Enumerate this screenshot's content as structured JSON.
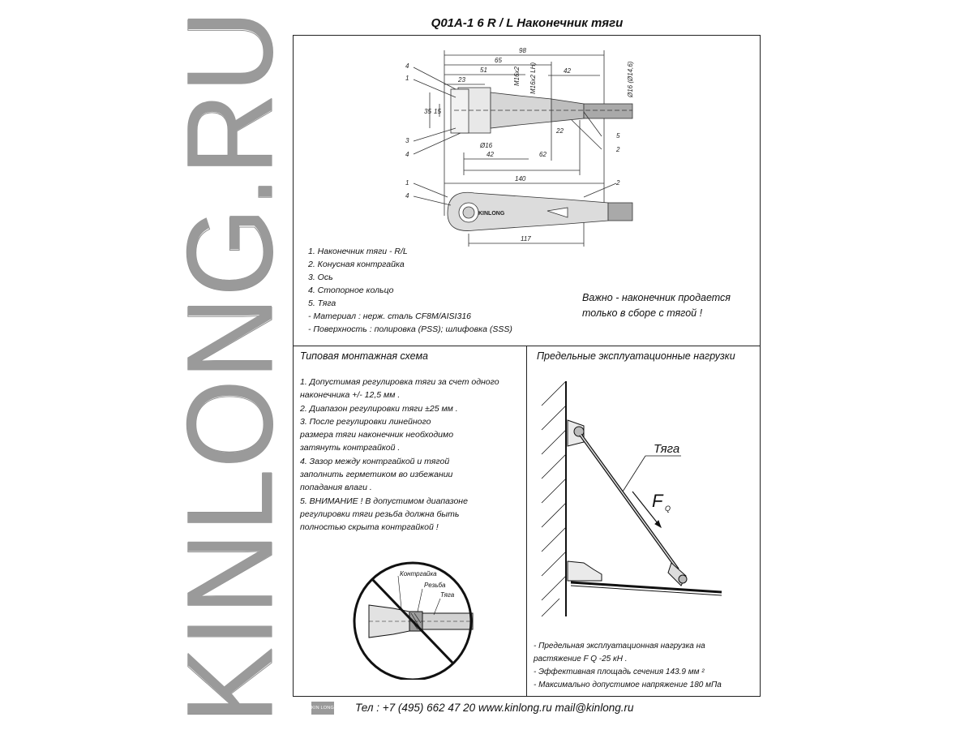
{
  "brand": {
    "watermark": "KINLONG.RU",
    "logo_text": "KIN LONG",
    "drawing_logo": "KINLONG"
  },
  "document": {
    "title": "Q01A-1 6 R / L   Наконечник тяги"
  },
  "drawing": {
    "dims": {
      "d98": "98",
      "d65": "65",
      "d51": "51",
      "d23": "23",
      "d42a": "42",
      "d35": "35",
      "d15": "15",
      "d16": "Ø16",
      "d42b": "42",
      "d62": "62",
      "d140": "140",
      "d22": "22",
      "d117": "117",
      "m16": "M16x2",
      "m16lh": "M16x2 LH)",
      "dia": "Ø16 (Ø14,6)"
    },
    "callouts": {
      "c4a": "4",
      "c1a": "1",
      "c3": "3",
      "c4b": "4",
      "c5": "5",
      "c2a": "2",
      "c1b": "1",
      "c4c": "4",
      "c2b": "2"
    }
  },
  "parts": [
    "1.  Наконечник тяги -  R/L",
    "2.  Конусная контргайка",
    "3.  Ось",
    "4.  Стопорное кольцо",
    "5.  Тяга",
    "- Материал : нерж. сталь  CF8M/AISI316",
    "- Поверхность : полировка (PSS); шлифовка (SSS)"
  ],
  "important_note": [
    "Важно  - наконечник продается",
    "только в сборе с тягой !"
  ],
  "mounting": {
    "title": "Типовая монтажная схема",
    "steps": [
      "1.  Допустимая регулировка тяги за счет одного",
      "     наконечника  +/- 12,5  мм .",
      "2.  Диапазон регулировки тяги  ±25  мм .",
      "3.  После регулировки линейного",
      "     размера тяги наконечник необходимо",
      "     затянуть контргайкой .",
      "4.  Зазор между контргайкой и тягой",
      "     заполнить герметиком во избежании",
      "     попадания влаги .",
      "5.  ВНИМАНИЕ !  В допустимом диапазоне",
      "     регулировки тяги резьба  должна быть",
      "     полностью скрыта контргайкой !"
    ],
    "labels": {
      "locknut": "Контргайка",
      "thread": "Резьба",
      "rod": "Тяга"
    }
  },
  "loads": {
    "title": "Предельные эксплуатационные нагрузки",
    "rod_label": "Тяга",
    "force_label": "F",
    "force_sub": "Q",
    "notes": [
      "-    Предельная эксплуатационная нагрузка на",
      "      растяжение  F Q -25 кН .",
      "-    Эффективная площадь сечения  143.9  мм ²",
      "-    Максимально допустимое напряжение  180  мПа"
    ]
  },
  "footer": {
    "contacts": "Тел : +7 (495) 662 47 20 www.kinlong.ru mail@kinlong.ru"
  }
}
